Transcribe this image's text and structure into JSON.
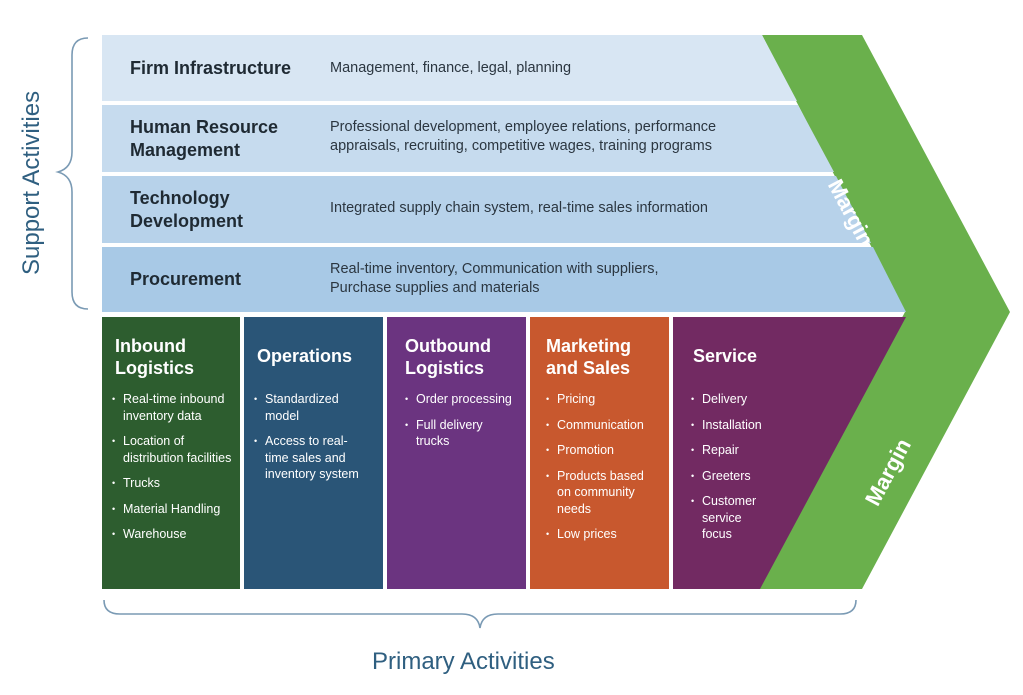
{
  "support": {
    "label": "Support Activities",
    "activities": [
      {
        "title": "Firm Infrastructure",
        "description": "Management, finance, legal, planning"
      },
      {
        "title": "Human Resource Management",
        "description": "Professional development, employee relations, performance appraisals, recruiting, competitive wages, training programs"
      },
      {
        "title": "Technology Development",
        "description": "Integrated supply chain system, real-time sales information"
      },
      {
        "title": "Procurement",
        "description": "Real-time inventory, Communication with suppliers, Purchase supplies and materials"
      }
    ]
  },
  "primary": {
    "label": "Primary Activities",
    "activities": [
      {
        "title": "Inbound Logistics",
        "color": "#2d5d2f",
        "items": [
          "Real-time inbound inventory data",
          "Location of distribution facilities",
          "Trucks",
          "Material Handling",
          "Warehouse"
        ]
      },
      {
        "title": "Operations",
        "color": "#2a5577",
        "items": [
          "Standardized model",
          "Access to real-time sales and inventory system"
        ]
      },
      {
        "title": "Outbound Logistics",
        "color": "#6b3480",
        "items": [
          "Order processing",
          "Full delivery trucks"
        ]
      },
      {
        "title": "Marketing and Sales",
        "color": "#c8582e",
        "items": [
          "Pricing",
          "Communication",
          "Promotion",
          "Products based on community needs",
          "Low prices"
        ]
      },
      {
        "title": "Service",
        "color": "#722a62",
        "items": [
          "Delivery",
          "Installation",
          "Repair",
          "Greeters",
          "Customer service focus"
        ]
      }
    ]
  },
  "margin": {
    "top_label": "Margin",
    "bottom_label": "Margin",
    "color": "#6ab04c"
  },
  "colors": {
    "band_1": "#d8e6f3",
    "band_2": "#c6dbee",
    "band_3": "#b7d2ea",
    "band_4": "#a8c9e6",
    "brace": "#7a9ab4"
  }
}
